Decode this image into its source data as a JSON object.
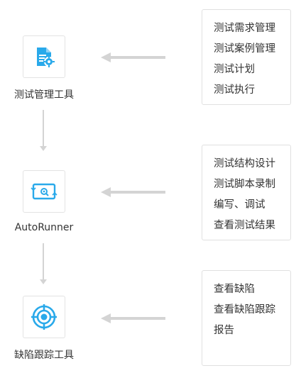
{
  "nodes": [
    {
      "label": "测试管理工具",
      "icon": "document-gear-icon"
    },
    {
      "label": "AutoRunner",
      "icon": "screen-search-icon"
    },
    {
      "label": "缺陷跟踪工具",
      "icon": "target-icon"
    }
  ],
  "feature_boxes": [
    {
      "items": [
        "测试需求管理",
        "测试案例管理",
        "测试计划",
        "测试执行"
      ]
    },
    {
      "items": [
        "测试结构设计",
        "测试脚本录制",
        "编写、调试",
        "查看测试结果"
      ]
    },
    {
      "items": [
        "查看缺陷",
        "查看缺陷跟踪",
        "报告"
      ]
    }
  ],
  "colors": {
    "accent": "#29a9ea",
    "arrow": "#d4d4d4",
    "border": "#e0e0e0",
    "text": "#333333"
  }
}
